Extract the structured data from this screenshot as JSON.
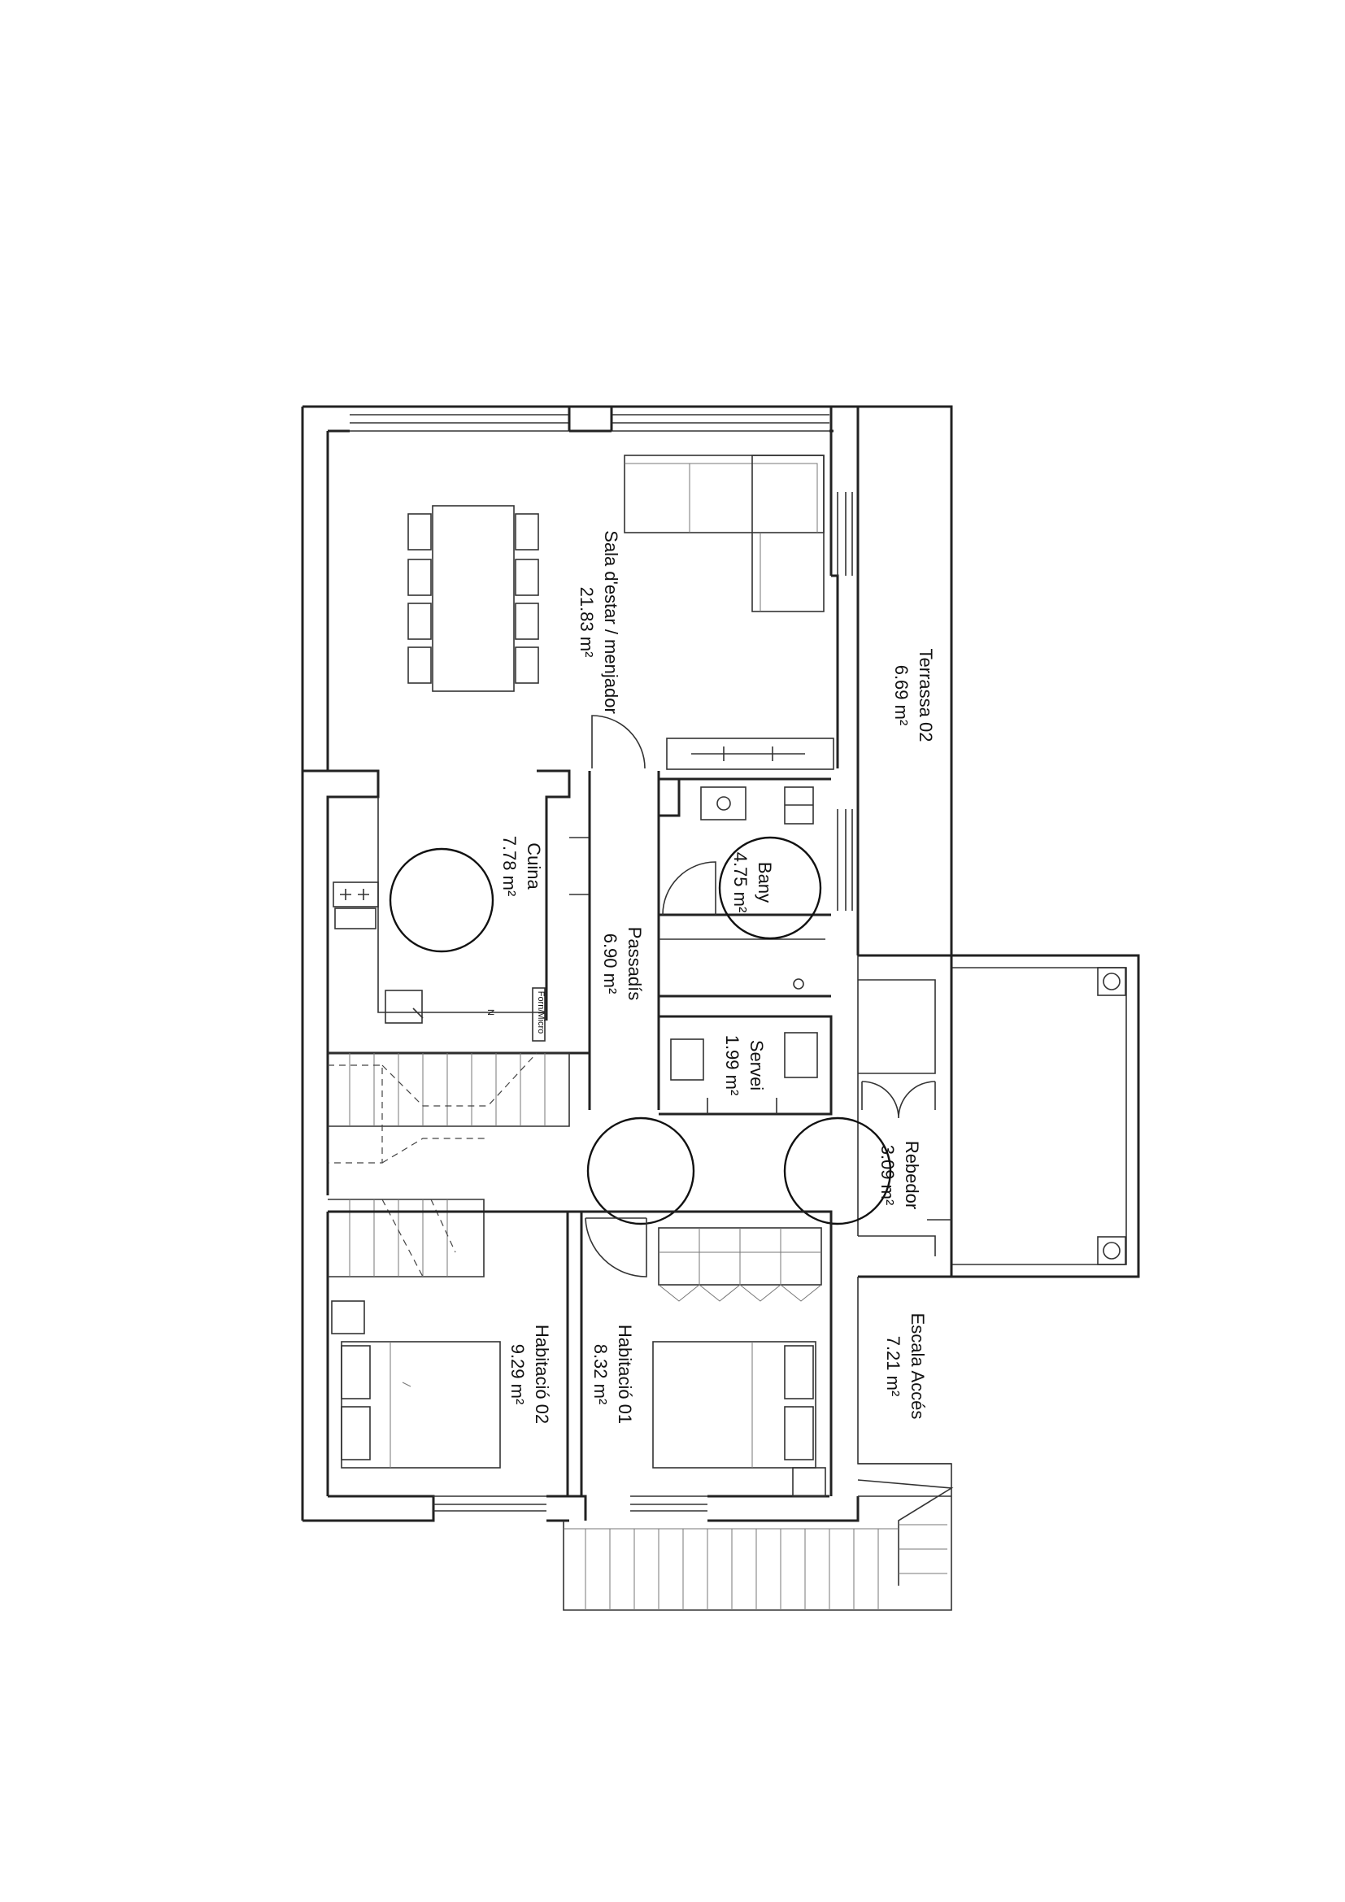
{
  "rooms": {
    "sala": {
      "name": "Sala d'estar / menjador",
      "area": "21.83 m²"
    },
    "cuina": {
      "name": "Cuina",
      "area": "7.78 m²"
    },
    "passadis": {
      "name": "Passadís",
      "area": "6.90 m²"
    },
    "bany": {
      "name": "Bany",
      "area": "4.75 m²"
    },
    "servei": {
      "name": "Servei",
      "area": "1.99 m²"
    },
    "rebedor": {
      "name": "Rebedor",
      "area": "3.09 m²"
    },
    "terrassa": {
      "name": "Terrassa 02",
      "area": "6.69 m²"
    },
    "escala": {
      "name": "Escala Accés",
      "area": "7.21 m²"
    },
    "habitacio01": {
      "name": "Habitació 01",
      "area": "8.32 m²"
    },
    "habitacio02": {
      "name": "Habitació 02",
      "area": "9.29 m²"
    }
  },
  "fixtures": {
    "forn": "Forn/Micro",
    "n_mark": "N"
  }
}
